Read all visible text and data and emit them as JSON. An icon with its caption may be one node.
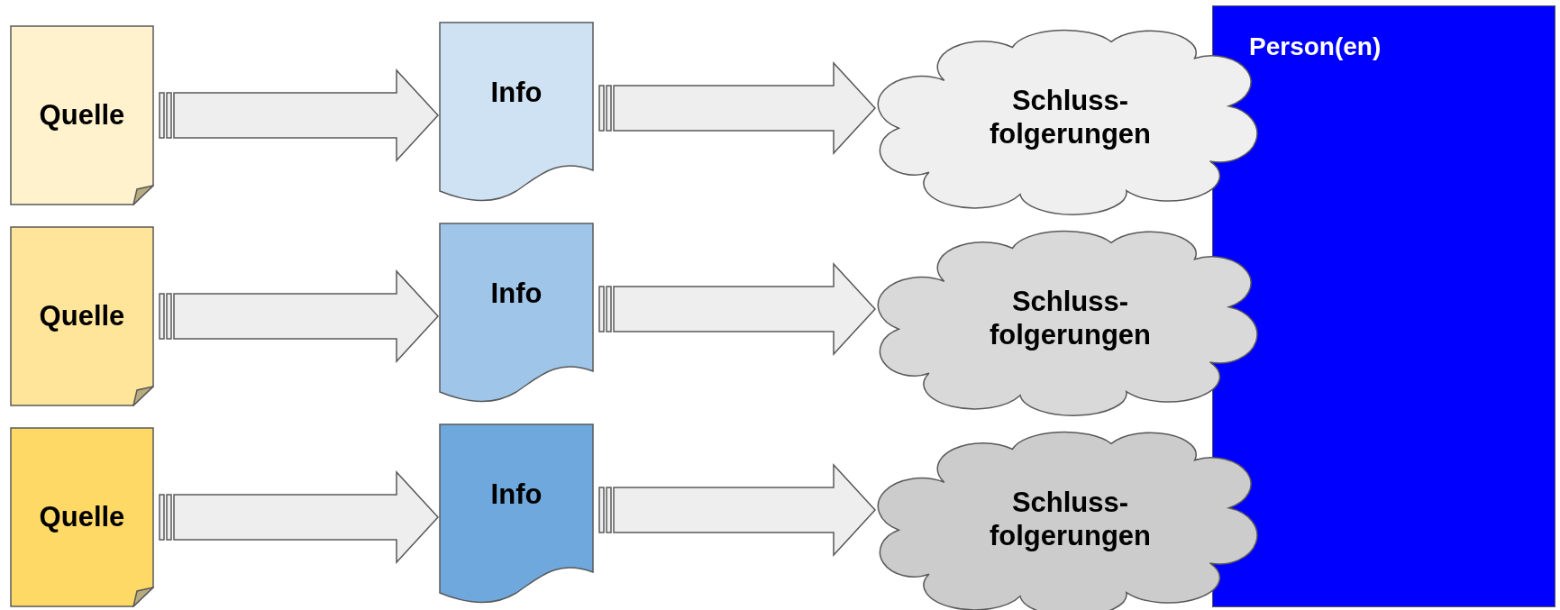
{
  "diagram": {
    "nodes": [
      {
        "text": [
          "Quelle"
        ]
      },
      {
        "text": [
          "Info"
        ]
      },
      {
        "text": [
          "Schluss- folgerungen"
        ]
      },
      {
        "text": [
          "Quelle"
        ]
      },
      {
        "text": [
          "Info"
        ]
      },
      {
        "text": [
          "Schluss- folgerungen"
        ]
      },
      {
        "text": [
          "Quelle"
        ]
      },
      {
        "text": [
          "Info"
        ]
      },
      {
        "text": [
          "Schluss- folgerungen"
        ]
      },
      {
        "text": [
          "Person(en)"
        ]
      }
    ],
    "edges": [
      {
        "from": 0,
        "to": 1,
        "arrow": "to"
      },
      {
        "from": 1,
        "to": 2,
        "arrow": "to"
      },
      {
        "from": 3,
        "to": 4,
        "arrow": "to"
      },
      {
        "from": 4,
        "to": 5,
        "arrow": "to"
      },
      {
        "from": 6,
        "to": 7,
        "arrow": "to"
      },
      {
        "from": 7,
        "to": 8,
        "arrow": "to"
      }
    ]
  }
}
